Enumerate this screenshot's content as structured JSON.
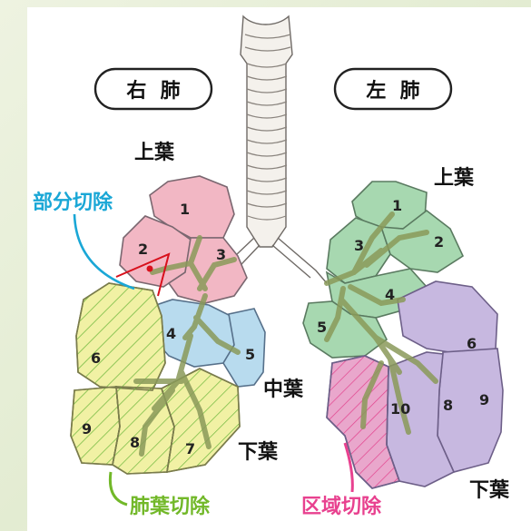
{
  "labels": {
    "right_lung": "右  肺",
    "left_lung": "左  肺",
    "right_upper": "上葉",
    "left_upper": "上葉",
    "middle": "中葉",
    "right_lower": "下葉",
    "left_lower": "下葉",
    "partial": "部分切除",
    "lobectomy": "肺葉切除",
    "segmentectomy": "区域切除"
  },
  "segments": {
    "r1": "1",
    "r2": "2",
    "r3": "3",
    "r4": "4",
    "r5": "5",
    "r6": "6",
    "r7": "7",
    "r8": "8",
    "r9": "9",
    "l1": "1",
    "l2": "2",
    "l3": "3",
    "l4": "4",
    "l5": "5",
    "l6": "6",
    "l8": "8",
    "l9": "9",
    "l10": "10"
  },
  "colors": {
    "partial": "#1aa7d6",
    "lobectomy": "#72b829",
    "segmentectomy": "#e8418f",
    "marker": "#d8101c"
  }
}
